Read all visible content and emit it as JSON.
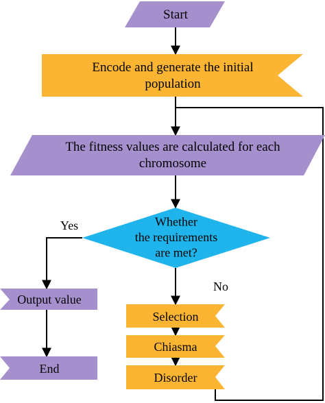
{
  "flowchart": {
    "nodes": {
      "start": {
        "lines": [
          "Start"
        ]
      },
      "encode": {
        "lines": [
          "Encode and generate the initial",
          "population"
        ]
      },
      "fitness": {
        "lines": [
          "The fitness values are calculated for each",
          "chromosome"
        ]
      },
      "decision": {
        "lines": [
          "Whether",
          "the requirements",
          "are met?"
        ]
      },
      "output": {
        "lines": [
          "Output value"
        ]
      },
      "end": {
        "lines": [
          "End"
        ]
      },
      "selection": {
        "lines": [
          "Selection"
        ]
      },
      "chiasma": {
        "lines": [
          "Chiasma"
        ]
      },
      "disorder": {
        "lines": [
          "Disorder"
        ]
      }
    },
    "edge_labels": {
      "yes": "Yes",
      "no": "No"
    }
  },
  "colors": {
    "purple": "#a58fcd",
    "orange": "#fbb533",
    "cyan": "#1fb4eb",
    "line": "#000000"
  }
}
